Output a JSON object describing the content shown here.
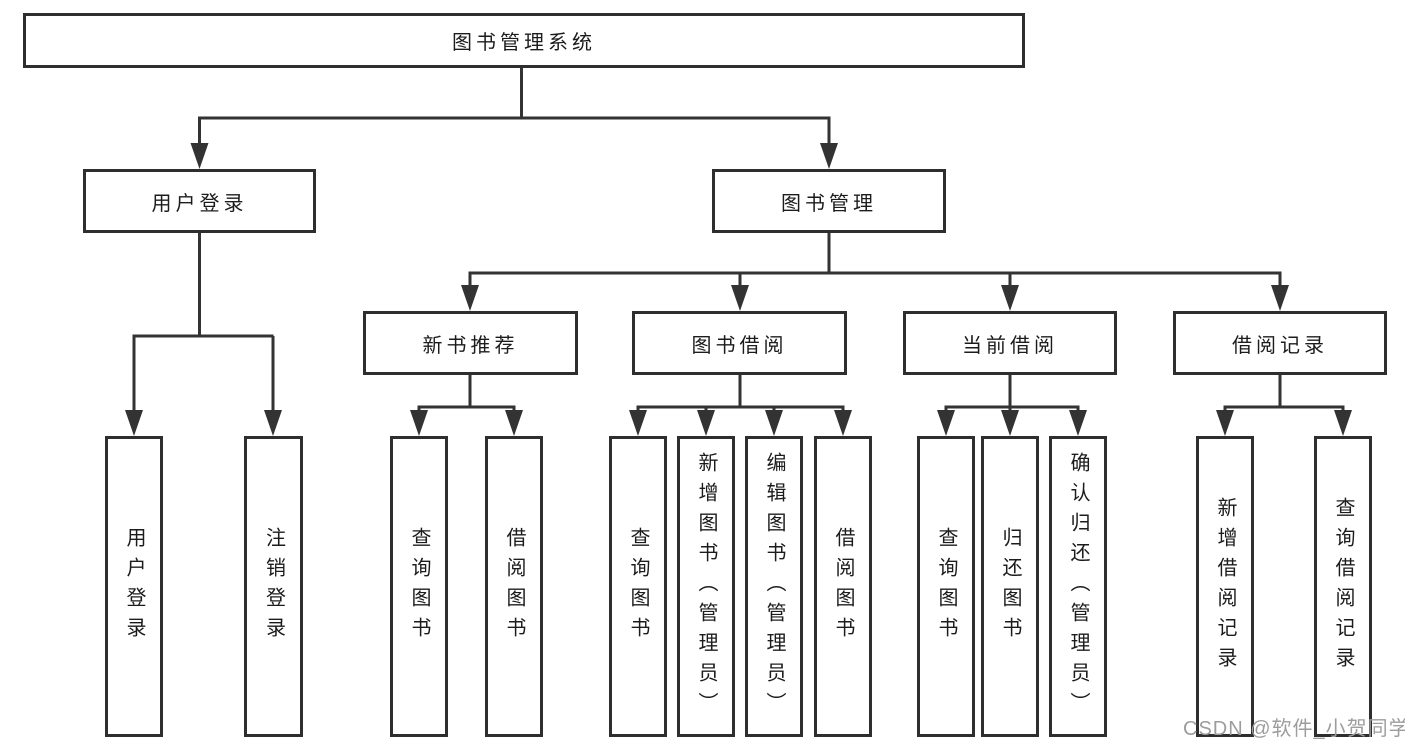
{
  "diagram_title": "图书管理系统",
  "tree": {
    "label": "图书管理系统",
    "children": [
      {
        "label": "用户登录",
        "children": [
          {
            "label": "用户登录"
          },
          {
            "label": "注销登录"
          }
        ]
      },
      {
        "label": "图书管理",
        "children": [
          {
            "label": "新书推荐",
            "children": [
              {
                "label": "查询图书"
              },
              {
                "label": "借阅图书"
              }
            ]
          },
          {
            "label": "图书借阅",
            "children": [
              {
                "label": "查询图书"
              },
              {
                "label": "新增图书（管理员）"
              },
              {
                "label": "编辑图书（管理员）"
              },
              {
                "label": "借阅图书"
              }
            ]
          },
          {
            "label": "当前借阅",
            "children": [
              {
                "label": "查询图书"
              },
              {
                "label": "归还图书"
              },
              {
                "label": "确认归还（管理员）"
              }
            ]
          },
          {
            "label": "借阅记录",
            "children": [
              {
                "label": "新增借阅记录"
              },
              {
                "label": "查询借阅记录"
              }
            ]
          }
        ]
      }
    ]
  },
  "watermark": {
    "text": "CSDN @软件_小贺同学"
  },
  "colors": {
    "line": "#333333",
    "box_border": "#2e2e2e",
    "text": "#1c1c1c",
    "background": "#ffffff",
    "watermark": "#9d9d9d"
  }
}
